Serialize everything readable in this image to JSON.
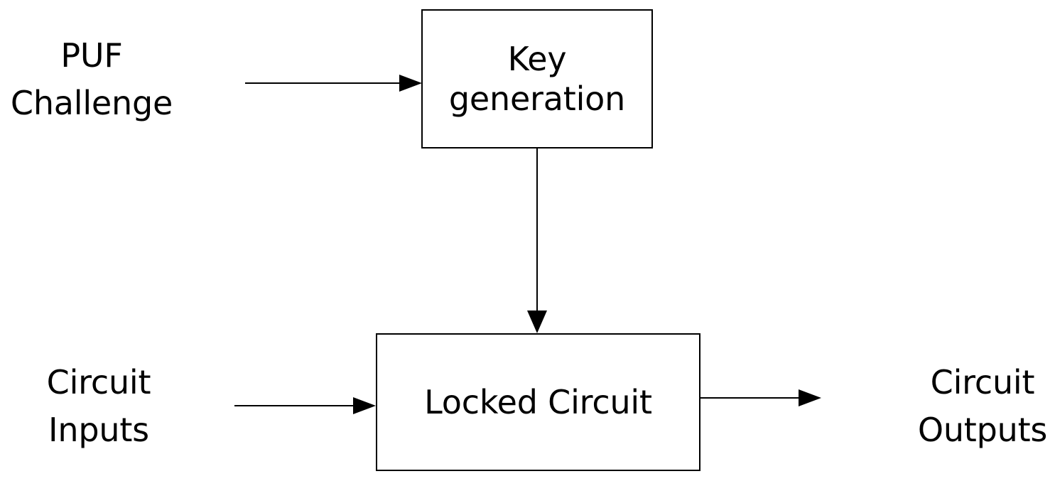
{
  "diagram": {
    "title": "PUF-based logic locking block diagram",
    "background_color": "#ffffff",
    "stroke_color": "#000000",
    "nodes": [
      {
        "id": "key-generation",
        "label": "Key\ngeneration",
        "shape": "rectangle"
      },
      {
        "id": "locked-circuit",
        "label": "Locked Circuit",
        "shape": "rectangle"
      }
    ],
    "labels": [
      {
        "id": "puf-challenge",
        "text": "PUF\nChallenge"
      },
      {
        "id": "circuit-inputs",
        "text": "Circuit\nInputs"
      },
      {
        "id": "circuit-outputs",
        "text": "Circuit\nOutputs"
      }
    ],
    "edges": [
      {
        "id": "puf-challenge-to-key-generation",
        "from": "puf-challenge",
        "to": "key-generation",
        "direction": "right",
        "arrowhead": true
      },
      {
        "id": "key-generation-to-locked-circuit",
        "from": "key-generation",
        "to": "locked-circuit",
        "direction": "down",
        "arrowhead": true
      },
      {
        "id": "circuit-inputs-to-locked-circuit",
        "from": "circuit-inputs",
        "to": "locked-circuit",
        "direction": "right",
        "arrowhead": true
      },
      {
        "id": "locked-circuit-to-circuit-outputs",
        "from": "locked-circuit",
        "to": "circuit-outputs",
        "direction": "right",
        "arrowhead": true
      }
    ]
  }
}
